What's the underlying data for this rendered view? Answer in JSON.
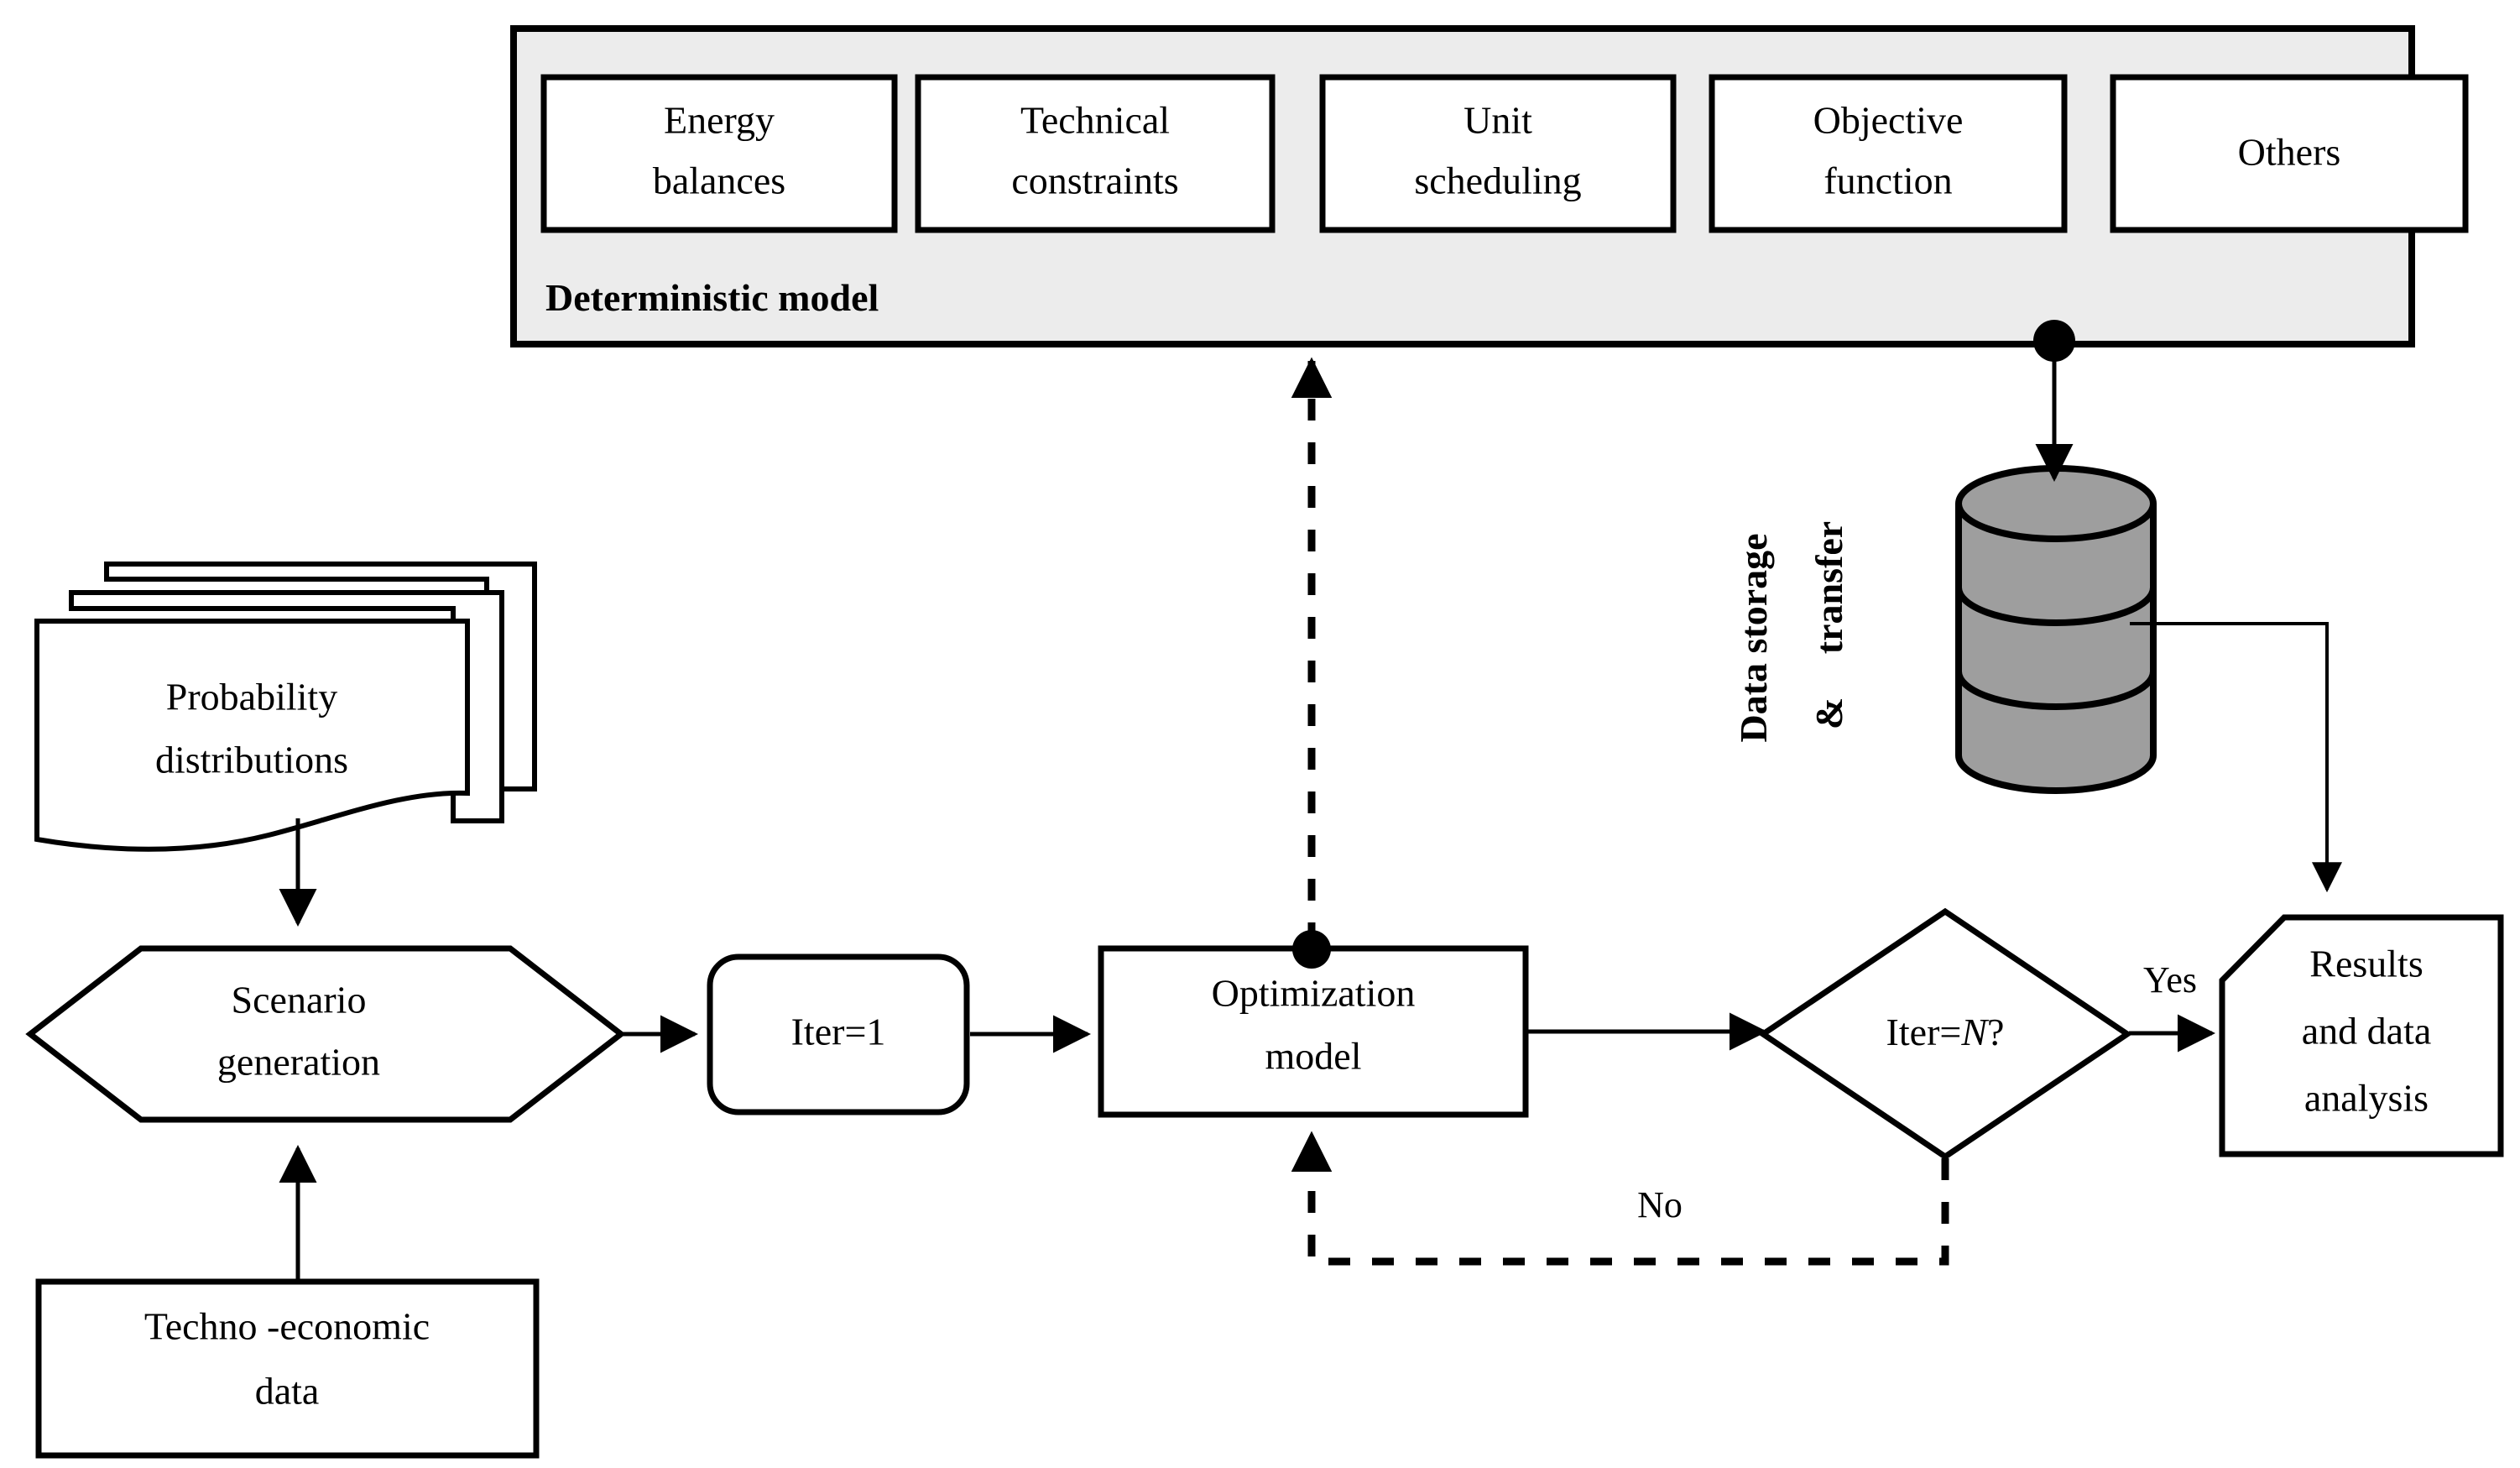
{
  "diagram": {
    "title": "Stochastic optimization framework flowchart",
    "colors": {
      "panel_background": "#ececec",
      "cylinder_fill": "#9e9e9e",
      "shape_fill": "#ffffff",
      "stroke": "#000000"
    },
    "deterministic_panel": {
      "label": "Deterministic  model",
      "blocks": [
        {
          "line1": "Energy",
          "line2": "balances"
        },
        {
          "line1": "Technical",
          "line2": "constraints"
        },
        {
          "line1": "Unit",
          "line2": "scheduling"
        },
        {
          "line1": "Objective",
          "line2": "function"
        },
        {
          "line1": "Others",
          "line2": ""
        }
      ]
    },
    "nodes": {
      "probability_distributions": {
        "line1": "Probability",
        "line2": "distributions"
      },
      "scenario_generation": {
        "line1": "Scenario",
        "line2": "generation"
      },
      "techno_economic_data": {
        "line1": "Techno -economic",
        "line2": "data"
      },
      "iter_init": {
        "line1": "Iter=1"
      },
      "optimization_model": {
        "line1": "Optimization",
        "line2": "model"
      },
      "decision": {
        "prefix": "Iter=",
        "variable": "N",
        "suffix": "?"
      },
      "results": {
        "line1": "Results",
        "line2": "and data",
        "line3": "analysis"
      },
      "data_storage": {
        "line1": "Data storage",
        "line2": "&",
        "line3": "transfer"
      }
    },
    "edge_labels": {
      "yes": "Yes",
      "no": "No"
    }
  }
}
